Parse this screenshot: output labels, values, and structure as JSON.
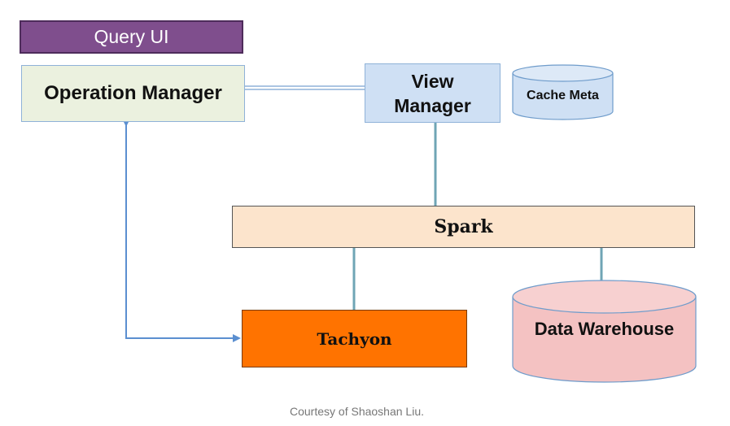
{
  "diagram": {
    "query_ui": "Query UI",
    "operation_manager": "Operation Manager",
    "view_manager_line1": "View",
    "view_manager_line2": "Manager",
    "cache_meta": "Cache Meta",
    "spark": "Spark",
    "tachyon": "Tachyon",
    "data_warehouse": "Data Warehouse",
    "courtesy": "Courtesy of Shaoshan Liu."
  },
  "colors": {
    "query_ui_fill": "#7f4e8d",
    "operation_manager_fill": "#ebf1df",
    "view_manager_fill": "#cfe0f4",
    "cache_meta_fill": "#cfe0f4",
    "spark_fill": "#fce4cc",
    "tachyon_fill": "#ff7300",
    "data_warehouse_fill": "#f4c2c2",
    "connector": "#6fa5b5",
    "arrow": "#5b8fd0"
  }
}
